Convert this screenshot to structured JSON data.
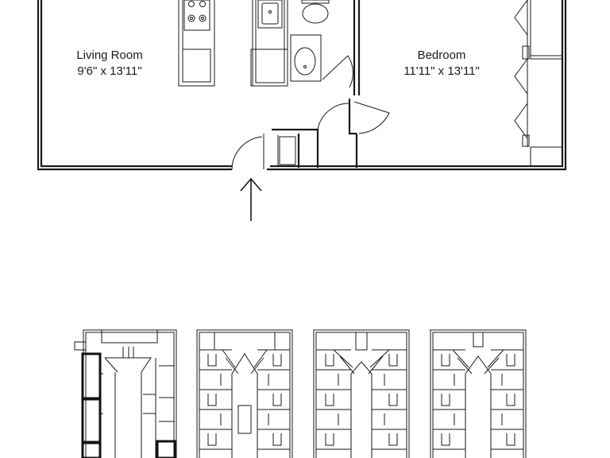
{
  "rooms": {
    "living": {
      "name": "Living Room",
      "dims": "9'6\" x 13'11\""
    },
    "bedroom": {
      "name": "Bedroom",
      "dims": "11'11\" x 13'11\""
    }
  },
  "icons": {
    "entry": "entry-arrow-icon",
    "stove": "stove-icon",
    "sink": "kitchen-sink-icon",
    "toilet": "toilet-icon",
    "bathroom_sink": "bathroom-sink-icon"
  },
  "colors": {
    "ink": "#1a1a1a",
    "background": "#ffffff"
  },
  "building_plans_count": 4
}
